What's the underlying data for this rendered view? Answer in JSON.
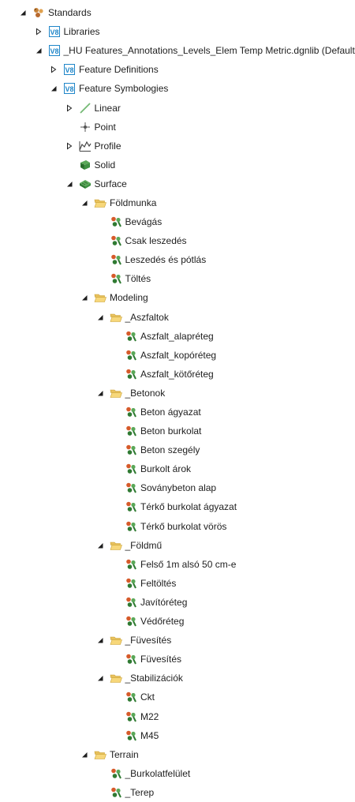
{
  "tree": [
    {
      "label": "Standards",
      "level": 0,
      "icon": "standards-icon",
      "state": "expanded"
    },
    {
      "label": "Libraries",
      "level": 1,
      "icon": "v8-library-icon",
      "state": "collapsed"
    },
    {
      "label": "_HU Features_Annotations_Levels_Elem Temp Metric.dgnlib (Default)",
      "level": 1,
      "icon": "v8-library-icon",
      "state": "expanded"
    },
    {
      "label": "Feature Definitions",
      "level": 2,
      "icon": "v8-library-icon",
      "state": "collapsed"
    },
    {
      "label": "Feature Symbologies",
      "level": 2,
      "icon": "v8-library-icon",
      "state": "expanded"
    },
    {
      "label": "Linear",
      "level": 3,
      "icon": "linear-icon",
      "state": "collapsed"
    },
    {
      "label": "Point",
      "level": 3,
      "icon": "point-icon",
      "state": "none"
    },
    {
      "label": "Profile",
      "level": 3,
      "icon": "profile-icon",
      "state": "collapsed"
    },
    {
      "label": "Solid",
      "level": 3,
      "icon": "solid-icon",
      "state": "none"
    },
    {
      "label": "Surface",
      "level": 3,
      "icon": "surface-icon",
      "state": "expanded"
    },
    {
      "label": "Földmunka",
      "level": 4,
      "icon": "folder-open-icon",
      "state": "expanded"
    },
    {
      "label": "Bevágás",
      "level": 5,
      "icon": "feature-symbology-icon",
      "state": "none"
    },
    {
      "label": "Csak leszedés",
      "level": 5,
      "icon": "feature-symbology-icon",
      "state": "none"
    },
    {
      "label": "Leszedés és pótlás",
      "level": 5,
      "icon": "feature-symbology-icon",
      "state": "none"
    },
    {
      "label": "Töltés",
      "level": 5,
      "icon": "feature-symbology-icon",
      "state": "none"
    },
    {
      "label": "Modeling",
      "level": 4,
      "icon": "folder-open-icon",
      "state": "expanded"
    },
    {
      "label": "_Aszfaltok",
      "level": 5,
      "icon": "folder-open-icon",
      "state": "expanded"
    },
    {
      "label": "Aszfalt_alapréteg",
      "level": 6,
      "icon": "feature-symbology-icon",
      "state": "none"
    },
    {
      "label": "Aszfalt_kopóréteg",
      "level": 6,
      "icon": "feature-symbology-icon",
      "state": "none"
    },
    {
      "label": "Aszfalt_kötőréteg",
      "level": 6,
      "icon": "feature-symbology-icon",
      "state": "none"
    },
    {
      "label": "_Betonok",
      "level": 5,
      "icon": "folder-open-icon",
      "state": "expanded"
    },
    {
      "label": "Beton ágyazat",
      "level": 6,
      "icon": "feature-symbology-icon",
      "state": "none"
    },
    {
      "label": "Beton burkolat",
      "level": 6,
      "icon": "feature-symbology-icon",
      "state": "none"
    },
    {
      "label": "Beton szegély",
      "level": 6,
      "icon": "feature-symbology-icon",
      "state": "none"
    },
    {
      "label": "Burkolt árok",
      "level": 6,
      "icon": "feature-symbology-icon",
      "state": "none"
    },
    {
      "label": "Soványbeton alap",
      "level": 6,
      "icon": "feature-symbology-icon",
      "state": "none"
    },
    {
      "label": "Térkő burkolat ágyazat",
      "level": 6,
      "icon": "feature-symbology-icon",
      "state": "none"
    },
    {
      "label": "Térkő burkolat vörös",
      "level": 6,
      "icon": "feature-symbology-icon",
      "state": "none"
    },
    {
      "label": "_Földmű",
      "level": 5,
      "icon": "folder-open-icon",
      "state": "expanded"
    },
    {
      "label": "Felső 1m alsó 50 cm-e",
      "level": 6,
      "icon": "feature-symbology-icon",
      "state": "none"
    },
    {
      "label": "Feltöltés",
      "level": 6,
      "icon": "feature-symbology-icon",
      "state": "none"
    },
    {
      "label": "Javítóréteg",
      "level": 6,
      "icon": "feature-symbology-icon",
      "state": "none"
    },
    {
      "label": "Védőréteg",
      "level": 6,
      "icon": "feature-symbology-icon",
      "state": "none"
    },
    {
      "label": "_Füvesítés",
      "level": 5,
      "icon": "folder-open-icon",
      "state": "expanded"
    },
    {
      "label": "Füvesítés",
      "level": 6,
      "icon": "feature-symbology-icon",
      "state": "none"
    },
    {
      "label": "_Stabilizációk",
      "level": 5,
      "icon": "folder-open-icon",
      "state": "expanded"
    },
    {
      "label": "Ckt",
      "level": 6,
      "icon": "feature-symbology-icon",
      "state": "none"
    },
    {
      "label": "M22",
      "level": 6,
      "icon": "feature-symbology-icon",
      "state": "none"
    },
    {
      "label": "M45",
      "level": 6,
      "icon": "feature-symbology-icon",
      "state": "none"
    },
    {
      "label": "Terrain",
      "level": 4,
      "icon": "folder-open-icon",
      "state": "expanded"
    },
    {
      "label": "_Burkolatfelület",
      "level": 5,
      "icon": "feature-symbology-icon",
      "state": "none"
    },
    {
      "label": "_Terep",
      "level": 5,
      "icon": "feature-symbology-icon",
      "state": "none"
    }
  ],
  "colors": {
    "text": "#1e1e1e",
    "expander": "#1e1e1e",
    "folder": "#e8c15e",
    "v8_badge": "#1f86c9",
    "linear_line": "#3a9a3a"
  }
}
